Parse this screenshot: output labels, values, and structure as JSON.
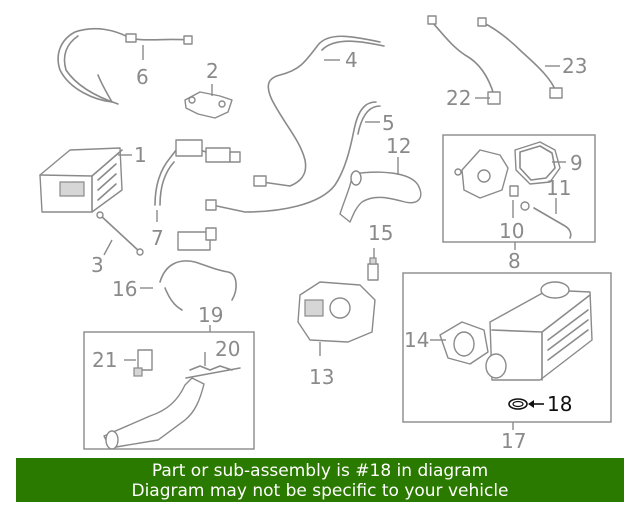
{
  "callouts": {
    "c1": "1",
    "c2": "2",
    "c3": "3",
    "c4": "4",
    "c5": "5",
    "c6": "6",
    "c7": "7",
    "c8": "8",
    "c9": "9",
    "c10": "10",
    "c11": "11",
    "c12": "12",
    "c13": "13",
    "c14": "14",
    "c15": "15",
    "c16": "16",
    "c17": "17",
    "c18": "18",
    "c19": "19",
    "c20": "20",
    "c21": "21",
    "c22": "22",
    "c23": "23"
  },
  "highlighted_part": "18",
  "notice": {
    "line1": "Part or sub-assembly is #18 in diagram",
    "line2": "Diagram may not be specific to your vehicle"
  },
  "colors": {
    "notice_background": "#2b7a00",
    "notice_text": "#ffffff",
    "diagram_lines": "#8a8a8a",
    "highlight": "#111111"
  }
}
